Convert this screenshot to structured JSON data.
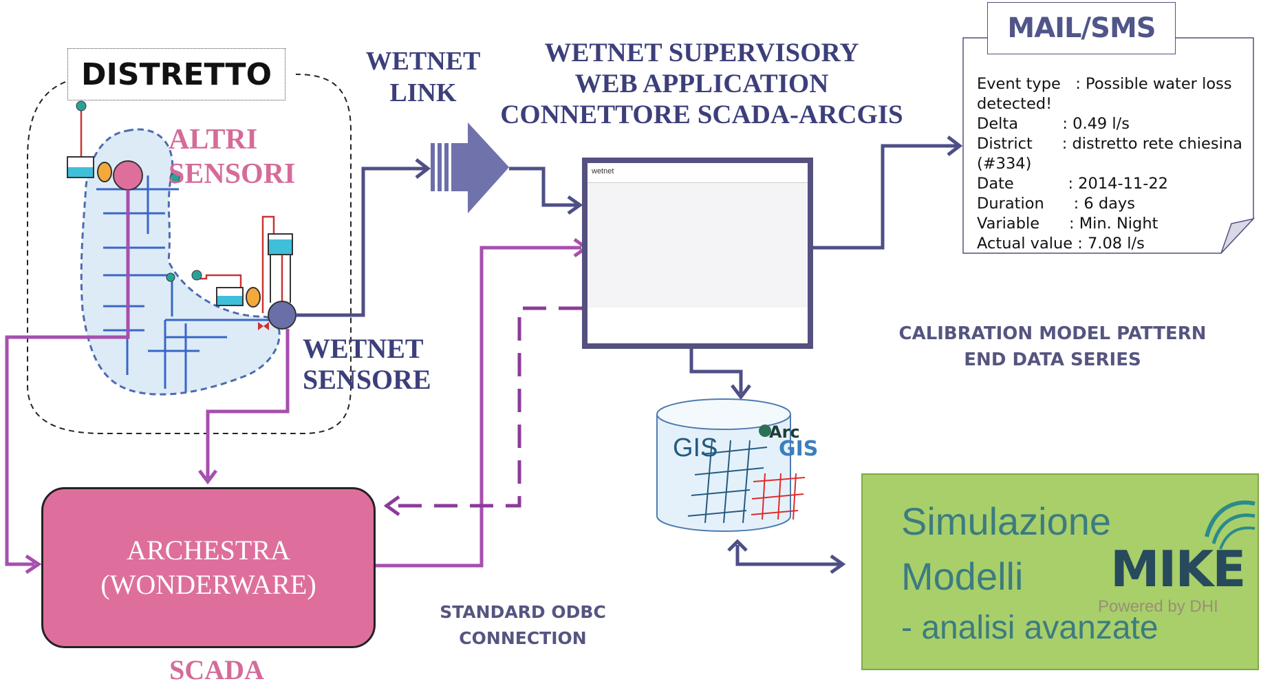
{
  "distretto": {
    "title": "DISTRETTO"
  },
  "altri_sensori": {
    "line1": "ALTRI",
    "line2": "SENSORI"
  },
  "wetnet_link": {
    "line1": "WETNET",
    "line2": "LINK"
  },
  "wetnet_sensore": {
    "line1": "WETNET",
    "line2": "SENSORE"
  },
  "web_app": {
    "line1": "WETNET SUPERVISORY",
    "line2": "WEB APPLICATION",
    "line3": "CONNETTORE SCADA-ARCGIS",
    "screen_brand": "wetnet"
  },
  "mail": {
    "title": "MAIL/SMS",
    "lines": [
      "Event type   : Possible water loss",
      "detected!",
      "Delta         : 0.49 l/s",
      "District      : distretto rete chiesina",
      "(#334)",
      "Date           : 2014-11-22",
      "Duration      : 6 days",
      "Variable      : Min. Night",
      "Actual value : 7.08 l/s"
    ]
  },
  "calibration": {
    "line1": "CALIBRATION MODEL  PATTERN",
    "line2": "END DATA SERIES"
  },
  "odbc": {
    "line1": "STANDARD ODBC",
    "line2": "CONNECTION"
  },
  "scada": {
    "line1": "ARCHESTRA",
    "line2": "(WONDERWARE)",
    "label": "SCADA"
  },
  "gis": {
    "left_text": "GIS",
    "arc_text": "Arc",
    "right_text": "GIS"
  },
  "mike": {
    "line1": "Simulazione",
    "line2": "Modelli",
    "line3": "- analisi avanzate",
    "logo": "MIKE",
    "powered": "Powered by DHI"
  },
  "colors": {
    "navy": "#4e4f86",
    "purple": "#a64fae",
    "pink": "#de6f9c",
    "district_fill": "#dcebf5",
    "pipe": "#3866c9"
  }
}
